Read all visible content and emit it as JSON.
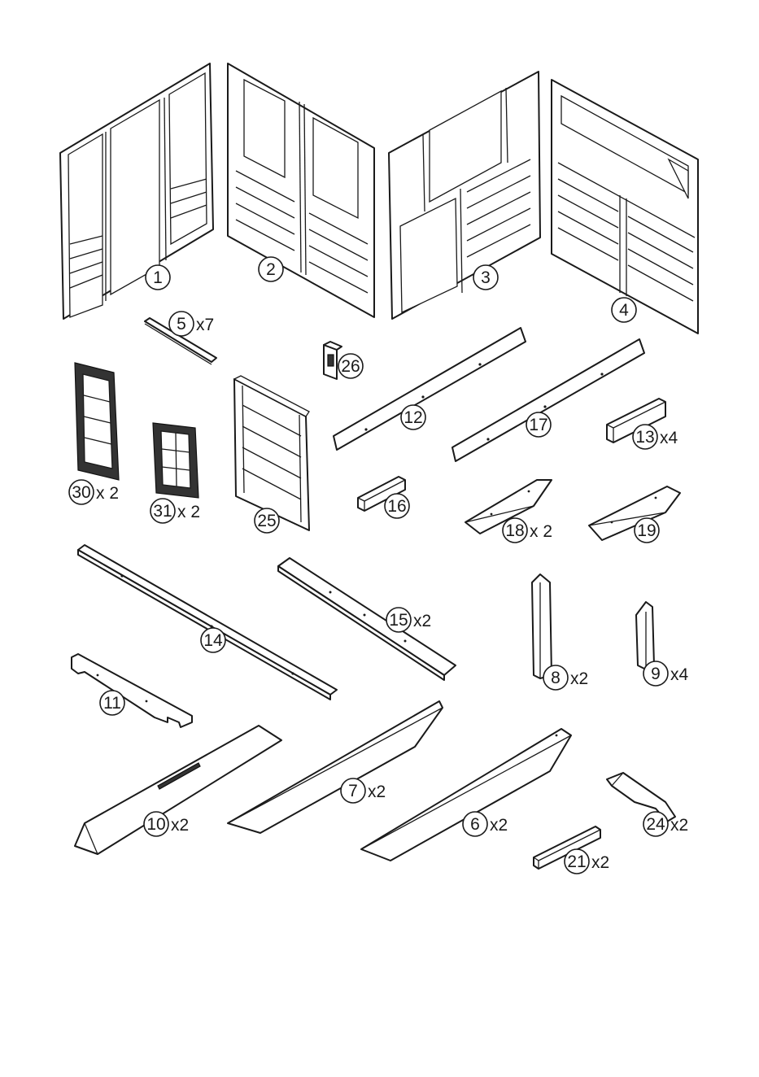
{
  "parts": [
    {
      "id": "p1",
      "number": "1",
      "qty": ""
    },
    {
      "id": "p2",
      "number": "2",
      "qty": ""
    },
    {
      "id": "p3",
      "number": "3",
      "qty": ""
    },
    {
      "id": "p4",
      "number": "4",
      "qty": ""
    },
    {
      "id": "p5",
      "number": "5",
      "qty": "x7"
    },
    {
      "id": "p26",
      "number": "26",
      "qty": ""
    },
    {
      "id": "p12",
      "number": "12",
      "qty": ""
    },
    {
      "id": "p17",
      "number": "17",
      "qty": ""
    },
    {
      "id": "p13",
      "number": "13",
      "qty": "x4"
    },
    {
      "id": "p30",
      "number": "30",
      "qty": "x 2"
    },
    {
      "id": "p31",
      "number": "31",
      "qty": "x 2"
    },
    {
      "id": "p25",
      "number": "25",
      "qty": ""
    },
    {
      "id": "p16",
      "number": "16",
      "qty": ""
    },
    {
      "id": "p18",
      "number": "18",
      "qty": "x 2"
    },
    {
      "id": "p19",
      "number": "19",
      "qty": ""
    },
    {
      "id": "p14",
      "number": "14",
      "qty": ""
    },
    {
      "id": "p15",
      "number": "15",
      "qty": "x2"
    },
    {
      "id": "p8",
      "number": "8",
      "qty": "x2"
    },
    {
      "id": "p9",
      "number": "9",
      "qty": "x4"
    },
    {
      "id": "p11",
      "number": "11",
      "qty": ""
    },
    {
      "id": "p10",
      "number": "10",
      "qty": "x2"
    },
    {
      "id": "p7",
      "number": "7",
      "qty": "x2"
    },
    {
      "id": "p6",
      "number": "6",
      "qty": "x2"
    },
    {
      "id": "p24",
      "number": "24",
      "qty": "x2"
    },
    {
      "id": "p21",
      "number": "21",
      "qty": "x2"
    }
  ]
}
